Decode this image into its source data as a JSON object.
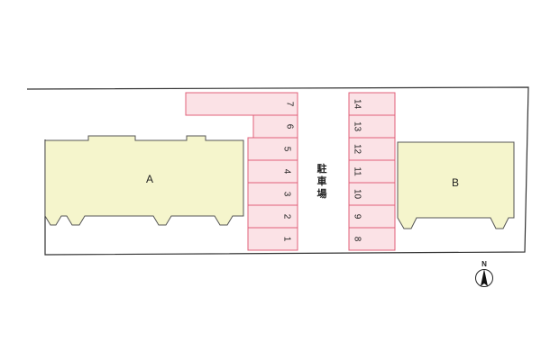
{
  "buildings": [
    {
      "id": "building-a",
      "label": "A"
    },
    {
      "id": "building-b",
      "label": "B"
    }
  ],
  "parking": {
    "label_chars": [
      "駐",
      "車",
      "場"
    ],
    "left_column_slots": [
      "7",
      "6",
      "5",
      "4",
      "3",
      "2",
      "1"
    ],
    "right_column_slots": [
      "14",
      "13",
      "12",
      "11",
      "10",
      "9",
      "8"
    ]
  },
  "compass": {
    "north_label": "N",
    "icon": "north-arrow-icon"
  },
  "colors": {
    "building_fill": "#f5f5cc",
    "parking_fill": "#fbe2e6",
    "parking_stroke": "#e0607a",
    "outline": "#333333"
  }
}
